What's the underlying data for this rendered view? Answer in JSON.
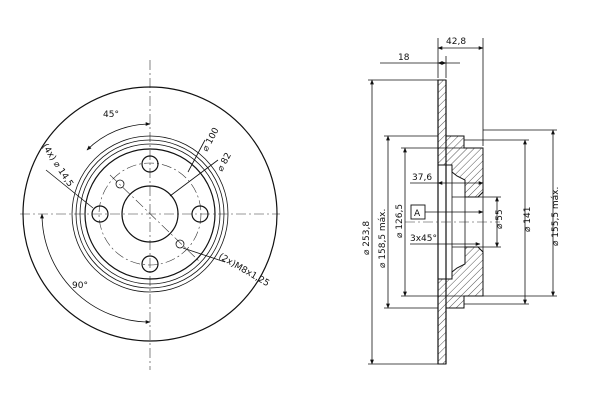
{
  "front_view": {
    "angle_top": "45°",
    "angle_bottom": "90°",
    "bolt_circle": "⌀ 100",
    "center_bore": "⌀ 82",
    "holes": "(4x) ⌀ 14,5",
    "threads": "(2x)M8x1,25"
  },
  "section_view": {
    "top_dim_thickness": "42,8",
    "top_dim_offset": "18",
    "dim_outer": "⌀ 253,8",
    "dim_158": "⌀ 158,5 máx.",
    "dim_126": "⌀ 126,5",
    "dim_55": "⌀ 55",
    "dim_141": "⌀ 141",
    "dim_155": "⌀ 155,5 máx.",
    "dim_37": "37,6",
    "datum": "A",
    "chamfer": "3x45°"
  },
  "colors": {
    "line": "#111111",
    "hatch": "#555555",
    "background": "#ffffff"
  }
}
